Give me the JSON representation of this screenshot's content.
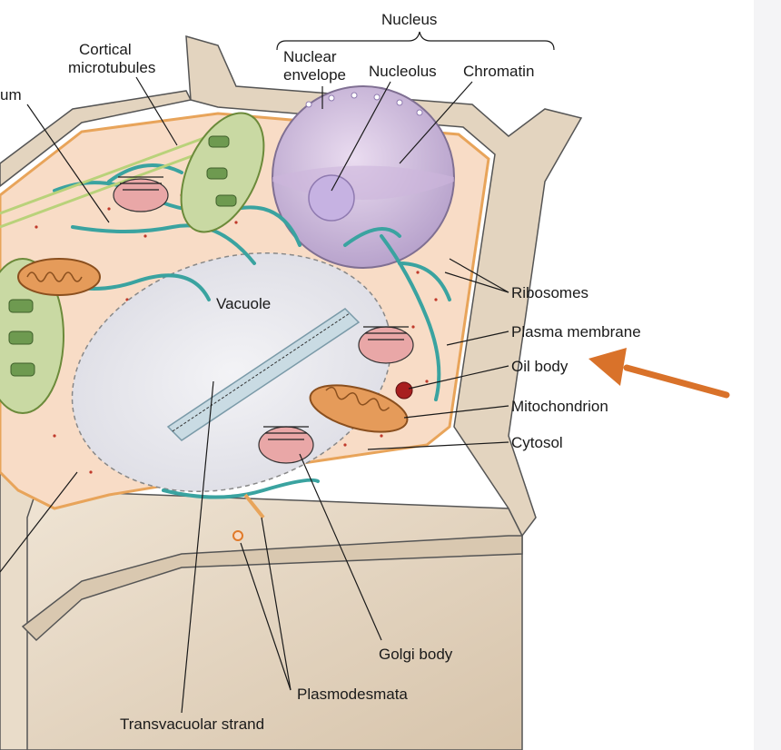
{
  "labels": {
    "nucleus": "Nucleus",
    "nuclear_envelope_1": "Nuclear",
    "nuclear_envelope_2": "envelope",
    "nucleolus": "Nucleolus",
    "chromatin": "Chromatin",
    "cortical_1": "Cortical",
    "cortical_2": "microtubules",
    "er_partial": "um",
    "vacuole": "Vacuole",
    "ribosomes": "Ribosomes",
    "plasma_membrane": "Plasma membrane",
    "oil_body": "Oil body",
    "mitochondrion": "Mitochondrion",
    "cytosol": "Cytosol",
    "golgi_body": "Golgi body",
    "plasmodesmata": "Plasmodesmata",
    "transvacuolar_strand": "Transvacuolar strand"
  },
  "colors": {
    "arrow": "#d9722a",
    "cell_wall": "#e6d7c3",
    "cytoplasm": "#f8dcc6",
    "nucleus": "#d8b7dd",
    "vacuole": "#e6e6ea",
    "chloroplast": "#a9c47f",
    "er": "#3aa3a0"
  }
}
